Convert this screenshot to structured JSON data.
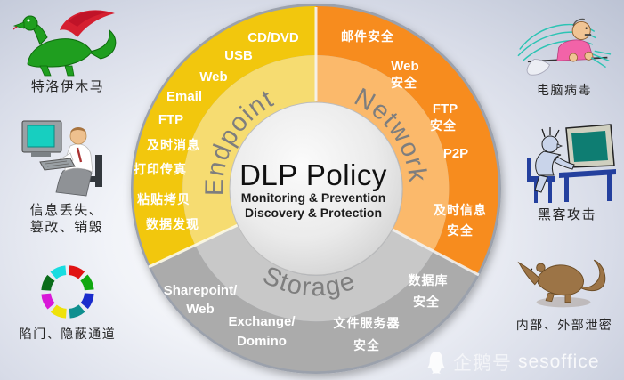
{
  "colors": {
    "endpoint": "#F2C70D",
    "endpoint_inner": "#F6DC71",
    "network": "#F78C1E",
    "network_inner": "#FBB96B",
    "storage": "#ABABAB",
    "storage_inner": "#C8C8C8",
    "rim": "#9BA1AC",
    "segment_title": "#7E7E7E"
  },
  "wheel": {
    "center": {
      "title": "DLP Policy",
      "line1": "Monitoring & Prevention",
      "line2": "Discovery & Protection"
    },
    "endpoint": {
      "title": "Endpoint",
      "items": [
        "CD/DVD",
        "USB",
        "Web",
        "Email",
        "FTP",
        "及时消息",
        "打印传真",
        "粘贴拷贝",
        "数据发现"
      ]
    },
    "network": {
      "title": "Network",
      "items": [
        {
          "lines": [
            "邮件安全"
          ]
        },
        {
          "lines": [
            "Web",
            "安全"
          ]
        },
        {
          "lines": [
            "FTP",
            "安全"
          ]
        },
        {
          "lines": [
            "P2P"
          ]
        },
        {
          "lines": [
            "及时信息",
            "安全"
          ]
        }
      ]
    },
    "storage": {
      "title": "Storage",
      "items": [
        {
          "lines": [
            "Sharepoint/",
            "Web"
          ]
        },
        {
          "lines": [
            "Exchange/",
            "Domino"
          ]
        },
        {
          "lines": [
            "文件服务器",
            "安全"
          ]
        },
        {
          "lines": [
            "数据库",
            "安全"
          ]
        }
      ]
    }
  },
  "threats_left": [
    {
      "icon": "dragon-icon",
      "label": "特洛伊木马"
    },
    {
      "icon": "person-computer-icon",
      "label_line1": "信息丢失、",
      "label_line2": "篡改、销毁"
    },
    {
      "icon": "colored-arrows-ring-icon",
      "label": "陷门、隐蔽通道"
    }
  ],
  "threats_right": [
    {
      "icon": "sneezing-man-icon",
      "label": "电脑病毒"
    },
    {
      "icon": "hacker-computer-icon",
      "label": "黑客攻击"
    },
    {
      "icon": "rat-icon",
      "label": "内部、外部泄密"
    }
  ],
  "watermark": {
    "platform": "企鹅号",
    "account": "sesoffice"
  }
}
